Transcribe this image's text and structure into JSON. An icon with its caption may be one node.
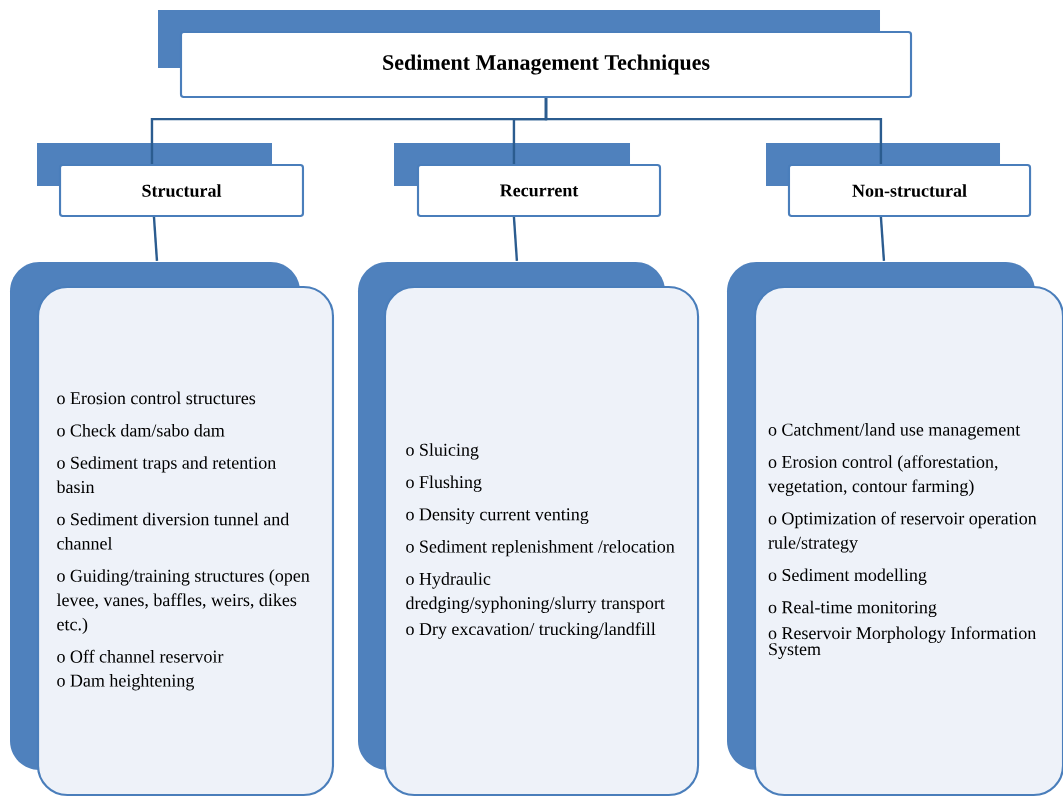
{
  "diagram": {
    "nodes": [
      {
        "text": [
          "Sediment Management Techniques"
        ]
      },
      {
        "text": [
          "Structural"
        ]
      },
      {
        "text": [
          "Recurrent"
        ]
      },
      {
        "text": [
          "Non-structural"
        ]
      },
      {
        "text": [
          "o Erosion control structures",
          "o Check dam/sabo dam",
          "o Sediment traps and retention basin",
          "o Sediment diversion tunnel and channel",
          "o Guiding/training structures (open levee, vanes, baffles, weirs, dikes etc.)",
          "o Off channel reservoir",
          "o Dam heightening"
        ]
      },
      {
        "text": [
          "o Sluicing",
          "o Flushing",
          "o Density current venting",
          "o Sediment replenishment /relocation",
          "o Hydraulic dredging/syphoning/slurry transport",
          "o Dry excavation/ trucking/landfill"
        ]
      },
      {
        "text": [
          "o Catchment/land use management",
          "o Erosion control (afforestation, vegetation, contour farming)",
          "o Optimization of reservoir operation rule/strategy",
          "o Sediment modelling",
          "o Real-time monitoring",
          "o Reservoir Morphology Information System"
        ]
      }
    ],
    "edges": [
      {
        "from": 0,
        "to": 1,
        "arrow": "none"
      },
      {
        "from": 0,
        "to": 2,
        "arrow": "none"
      },
      {
        "from": 0,
        "to": 3,
        "arrow": "none"
      },
      {
        "from": 1,
        "to": 4,
        "arrow": "none"
      },
      {
        "from": 2,
        "to": 5,
        "arrow": "none"
      },
      {
        "from": 3,
        "to": 6,
        "arrow": "none"
      }
    ]
  }
}
